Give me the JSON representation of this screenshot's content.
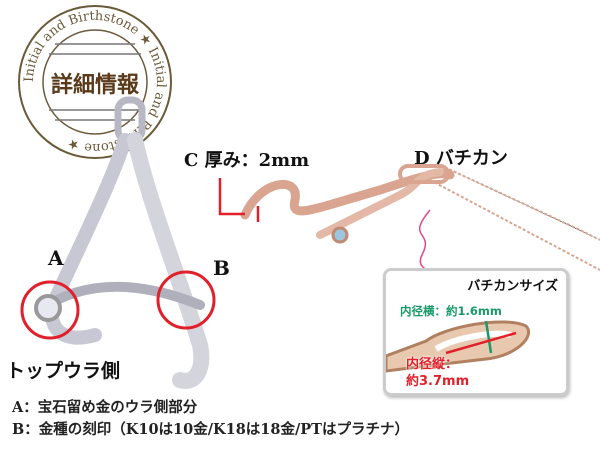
{
  "stamp": {
    "ring_text": "Initial and Birthstone ★ Initial and Birthstone ★",
    "title": "詳細情報"
  },
  "labels": {
    "a": "A",
    "b": "B",
    "top_back": "トップウラ側",
    "thickness": "C 厚み：2mm",
    "bail": "D バチカン"
  },
  "inset": {
    "title": "バチカンサイズ",
    "inner_width": "内径横：約1.6mm",
    "inner_length_1": "内径縦：",
    "inner_length_2": "約3.7mm"
  },
  "notes": [
    "A：宝石留め金のウラ側部分",
    "B：金種の刻印（K10は10金/K18は18金/PTはプラチナ）"
  ],
  "colors": {
    "stamp": "#6b5a3a",
    "marker": "#e0202a",
    "green": "#1a9a6a",
    "pink": "#e04a8a",
    "gold": "#d9a590",
    "silver": "#c8c8d0"
  }
}
